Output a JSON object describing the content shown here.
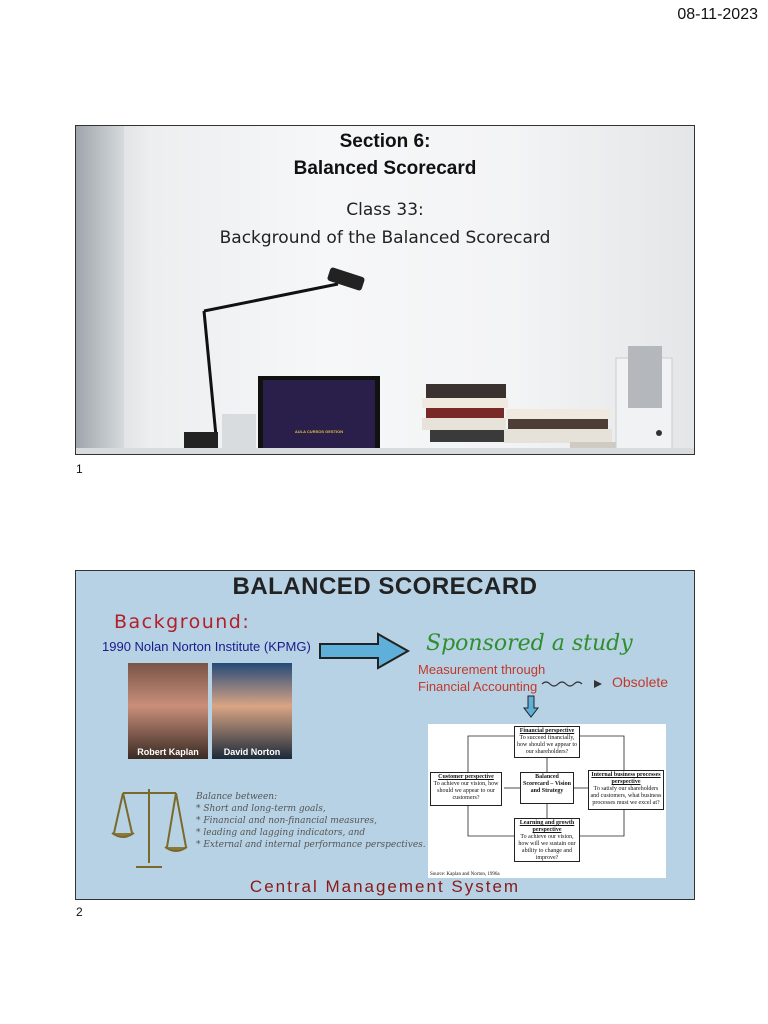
{
  "header": {
    "date": "08-11-2023"
  },
  "slide1": {
    "title_line1": "Section 6:",
    "title_line2": "Balanced Scorecard",
    "class_line": "Class 33:",
    "subtitle": "Background of the Balanced Scorecard",
    "laptop_text": "AULA CURSOS GESTION",
    "number": "1"
  },
  "slide2": {
    "title": "BALANCED SCORECARD",
    "background_label": "Background:",
    "nolan_text": "1990 Nolan Norton Institute (KPMG)",
    "sponsored_text": "Sponsored a study",
    "measurement_line1": "Measurement through",
    "measurement_line2": "Financial Accounting",
    "obsolete_text": "Obsolete",
    "photos": [
      {
        "label": "Robert Kaplan"
      },
      {
        "label": "David Norton"
      }
    ],
    "balance": {
      "heading": "Balance between:",
      "items": [
        "* Short and long-term goals,",
        "* Financial and non-financial measures,",
        "* leading and lagging indicators, and",
        "* External and internal performance perspectives."
      ]
    },
    "diagram": {
      "financial_title": "Financial perspective",
      "financial_text": "To succeed financially, how should we appear to our shareholders?",
      "customer_title": "Customer perspective",
      "customer_text": "To achieve our vision, how should we appear to our customers?",
      "center_text": "Balanced Scorecard – Vision and Strategy",
      "internal_title": "Internal business processes perspective",
      "internal_text": "To satisfy our shareholders and customers, what business processes must we excel at?",
      "learning_title": "Learning and growth perspective",
      "learning_text": "To achieve our vision, how will we sustain our ability to change and improve?",
      "source": "Source: Kaplan and Norton, 1996a"
    },
    "footer": "Central Management System",
    "number": "2"
  }
}
